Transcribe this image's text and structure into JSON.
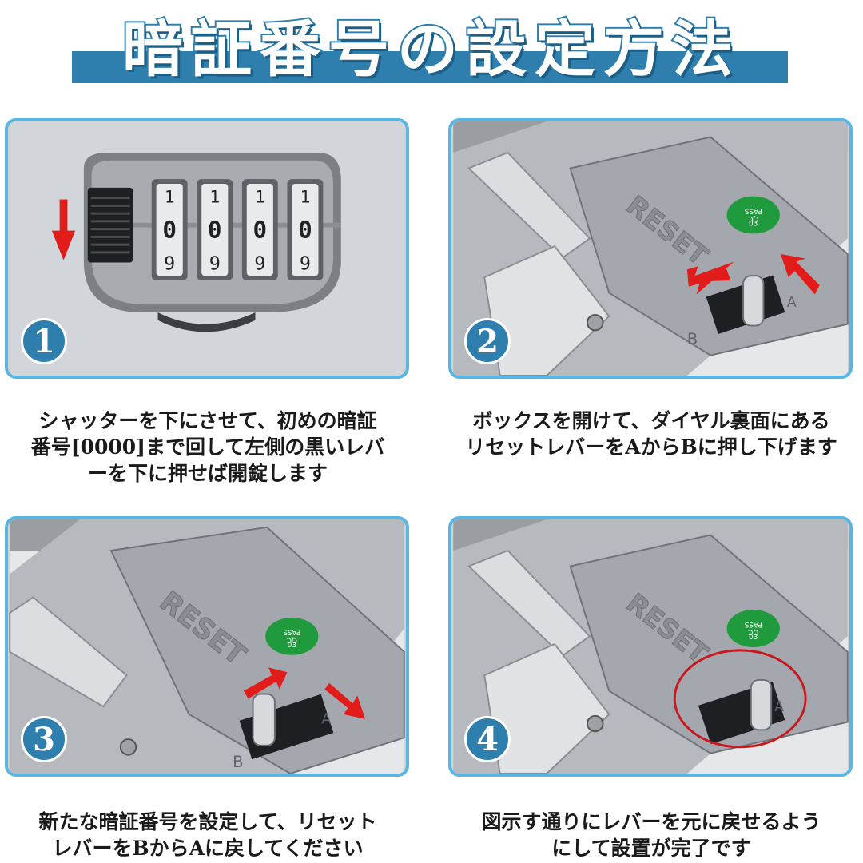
{
  "title": "暗証番号の設定方法",
  "colors": {
    "accent": "#2f7fae",
    "panel_border": "#5ab6e0",
    "arrow_red": "#e21b1b",
    "badge_green": "#1f9a3c"
  },
  "icons": [
    "down-arrow-icon",
    "red-arrow-icon",
    "highlight-circle-icon"
  ],
  "lock": {
    "dial_digits": [
      "1",
      "0",
      "9"
    ],
    "dials_count_label": "4"
  },
  "labels": {
    "reset": "RESET",
    "badge_line1": "PASS",
    "badge_line2": "QC",
    "badge_line3": "03",
    "point_a": "A",
    "point_b": "B"
  },
  "steps": [
    {
      "number": "1",
      "caption_lines": [
        "シャッターを下にさせて、初めの暗証",
        "番号[0000]まで回して左側の黒いレバ",
        "ーを下に押せば開錠します"
      ]
    },
    {
      "number": "2",
      "caption_lines": [
        "ボックスを開けて、ダイヤル裏面にある",
        "リセットレバーをAからBに押し下げます"
      ]
    },
    {
      "number": "3",
      "caption_lines": [
        "新たな暗証番号を設定して、リセット",
        "レバーをBからAに戻してください"
      ]
    },
    {
      "number": "4",
      "caption_lines": [
        "図示す通りにレバーを元に戻せるよう",
        "にして設置が完了です"
      ]
    }
  ]
}
